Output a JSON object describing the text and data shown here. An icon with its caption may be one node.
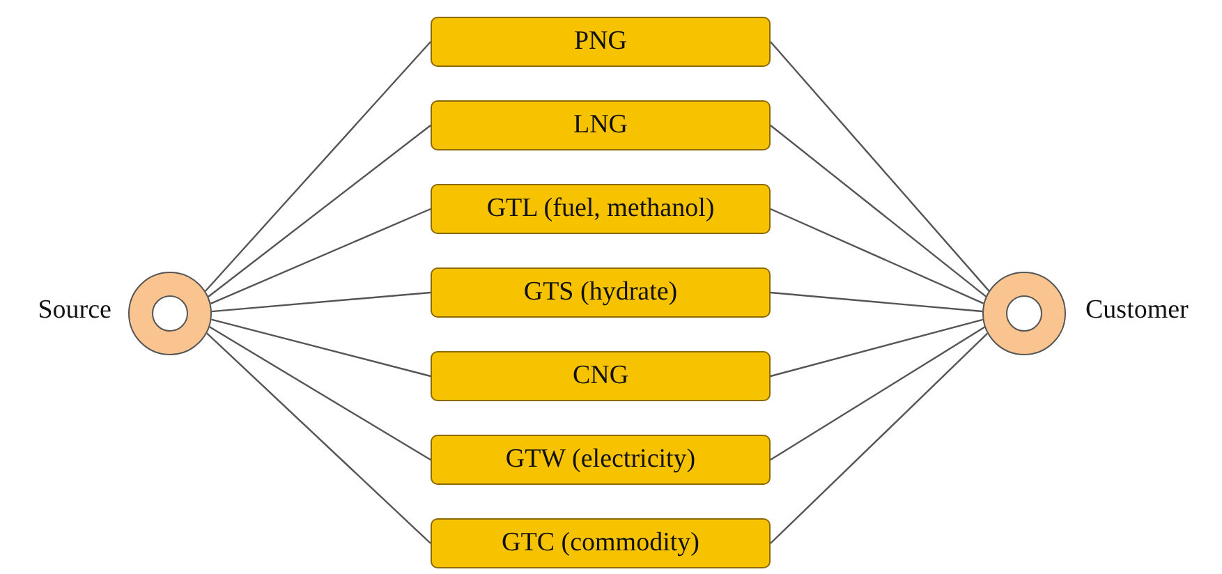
{
  "diagram": {
    "nodes": [
      {
        "text": [],
        "shape": "circle",
        "beside": [
          "Source"
        ]
      },
      {
        "text": [
          "PNG"
        ]
      },
      {
        "text": [
          "LNG"
        ]
      },
      {
        "text": [
          "GTL (fuel, methanol)"
        ]
      },
      {
        "text": [
          "GTS (hydrate)"
        ]
      },
      {
        "text": [
          "CNG"
        ]
      },
      {
        "text": [
          "GTW (electricity)"
        ]
      },
      {
        "text": [
          "GTC (commodity)"
        ]
      },
      {
        "text": [],
        "shape": "circle",
        "beside": [
          "Customer"
        ]
      }
    ],
    "edges": [
      {
        "from": 0,
        "to": 1,
        "arrow": "none"
      },
      {
        "from": 0,
        "to": 2,
        "arrow": "none"
      },
      {
        "from": 0,
        "to": 3,
        "arrow": "none"
      },
      {
        "from": 0,
        "to": 4,
        "arrow": "none"
      },
      {
        "from": 0,
        "to": 5,
        "arrow": "none"
      },
      {
        "from": 0,
        "to": 6,
        "arrow": "none"
      },
      {
        "from": 0,
        "to": 7,
        "arrow": "none"
      },
      {
        "from": 1,
        "to": 8,
        "arrow": "none"
      },
      {
        "from": 2,
        "to": 8,
        "arrow": "none"
      },
      {
        "from": 3,
        "to": 8,
        "arrow": "none"
      },
      {
        "from": 4,
        "to": 8,
        "arrow": "none"
      },
      {
        "from": 5,
        "to": 8,
        "arrow": "none"
      },
      {
        "from": 6,
        "to": 8,
        "arrow": "none"
      },
      {
        "from": 7,
        "to": 8,
        "arrow": "none"
      }
    ]
  }
}
